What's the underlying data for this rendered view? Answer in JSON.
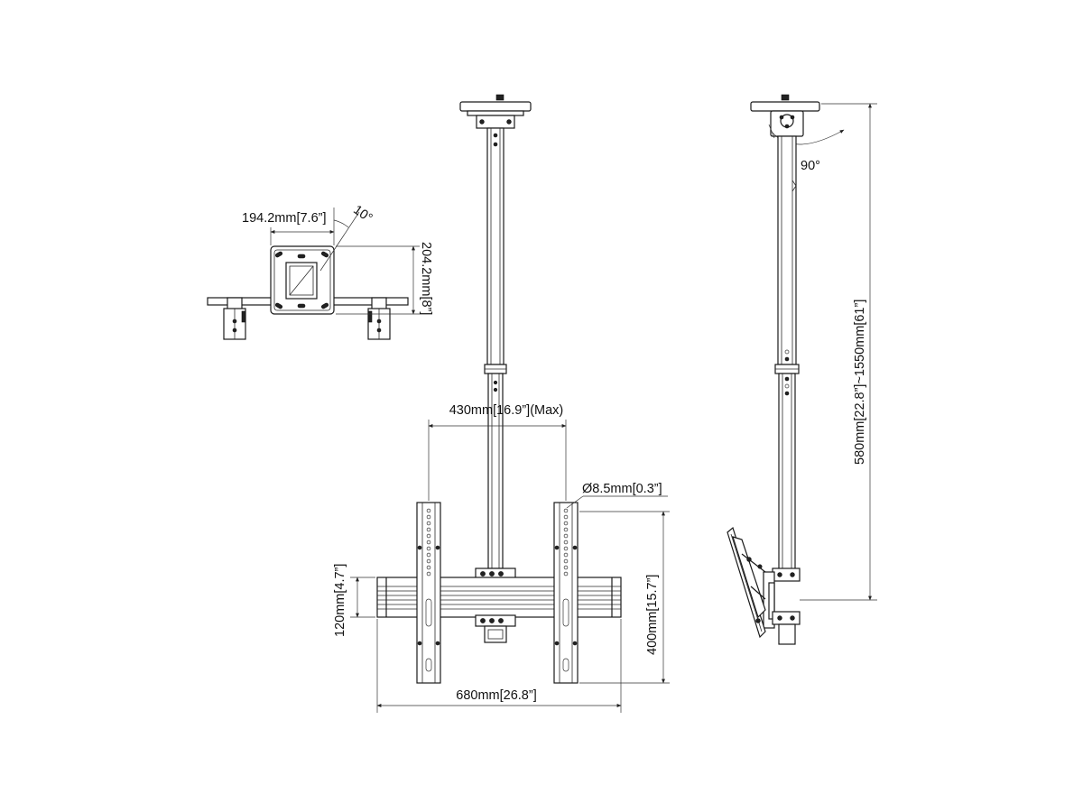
{
  "dimensions": {
    "plate_width": "194.2mm[7.6”]",
    "plate_height": "204.2mm[8”]",
    "plate_tilt": "10°",
    "rotation": "90°",
    "column_spacing_max": "430mm[16.9”](Max)",
    "hole_diameter": "Ø8.5mm[0.3”]",
    "rail_height": "120mm[4.7”]",
    "bracket_height": "400mm[15.7”]",
    "bracket_width": "680mm[26.8”]",
    "drop_range": "580mm[22.8”]~1550mm[61”]"
  },
  "colors": {
    "line": "#1a1a1a",
    "background": "#ffffff"
  }
}
